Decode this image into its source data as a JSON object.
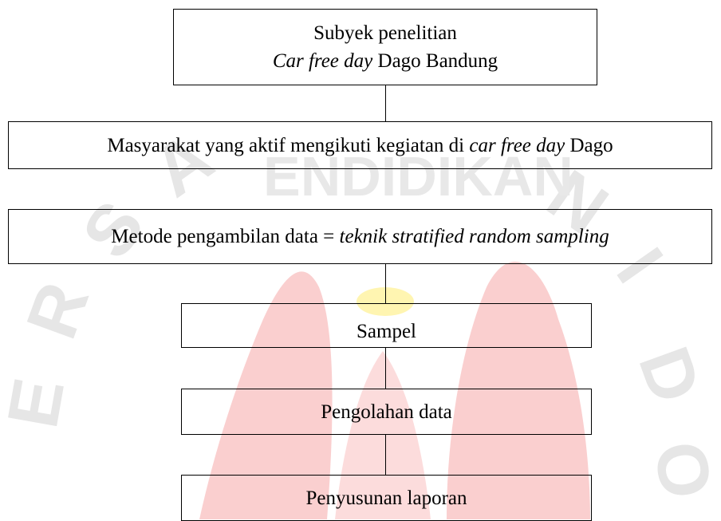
{
  "diagram": {
    "type": "flowchart",
    "nodes": [
      {
        "id": "subjek",
        "line1": "Subyek penelitian",
        "line2_italic": "Car free day",
        "line2_rest": " Dago Bandung"
      },
      {
        "id": "masyarakat",
        "text_before": "Masyarakat yang aktif mengikuti kegiatan di ",
        "text_italic": "car free day",
        "text_after": " Dago"
      },
      {
        "id": "metode",
        "text_before": "Metode pengambilan data = ",
        "text_italic": "teknik stratified random sampling"
      },
      {
        "id": "sampel",
        "text": "Sampel"
      },
      {
        "id": "pengolahan",
        "text": "Pengolahan data"
      },
      {
        "id": "penyusunan",
        "text": "Penyusunan laporan"
      }
    ],
    "edges": [
      [
        "subjek",
        "masyarakat"
      ],
      [
        "metode",
        "sampel"
      ],
      [
        "sampel",
        "pengolahan"
      ],
      [
        "pengolahan",
        "penyusunan"
      ]
    ]
  },
  "watermark": {
    "text": "ENDIDIKAN",
    "colors": {
      "red": "#f9c7c7",
      "gray": "#e6e6e6",
      "yellow": "#fff4a8"
    }
  }
}
